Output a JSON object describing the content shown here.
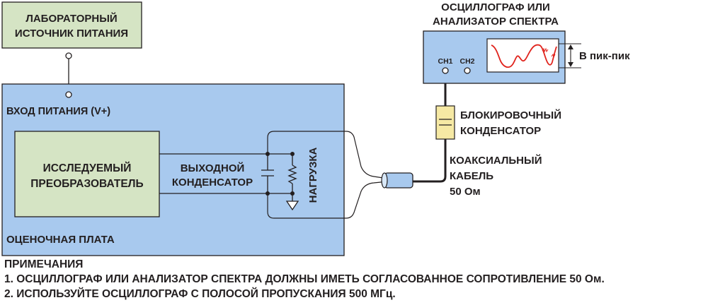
{
  "colors": {
    "board": "#a8c9ee",
    "box": "#d5e4c4",
    "cap": "#f6e9a4",
    "line": "#231f20",
    "trace": "#e0231c"
  },
  "power_supply": {
    "line1": "ЛАБОРАТОРНЫЙ",
    "line2": "ИСТОЧНИК ПИТАНИЯ"
  },
  "board": {
    "power_input": "ВХОД ПИТАНИЯ (V+)",
    "label": "ОЦЕНОЧНАЯ ПЛАТА"
  },
  "dut": {
    "line1": "ИССЛЕДУЕМЫЙ",
    "line2": "ПРЕОБРАЗОВАТЕЛЬ"
  },
  "output_cap": {
    "line1": "ВЫХОДНОЙ",
    "line2": "КОНДЕНСАТОР"
  },
  "load": {
    "label": "НАГРУЗКА"
  },
  "scope": {
    "title_line1": "ОСЦИЛЛОГРАФ ИЛИ",
    "title_line2": "АНАЛИЗАТОР СПЕКТРА",
    "ch1": "CH1",
    "ch2": "CH2",
    "ptp": "В пик-пик"
  },
  "blocking_cap": {
    "line1": "БЛОКИРОВОЧНЫЙ",
    "line2": "КОНДЕНСАТОР"
  },
  "coax": {
    "line1": "КОАКСИАЛЬНЫЙ",
    "line2": "КАБЕЛЬ",
    "line3": "50 Ом"
  },
  "notes": {
    "title": "ПРИМЕЧАНИЯ",
    "items": [
      "1. ОСЦИЛЛОГРАФ ИЛИ АНАЛИЗАТОР СПЕКТРА ДОЛЖНЫ ИМЕТЬ СОГЛАСОВАННОЕ СОПРОТИВЛЕНИЕ 50 Ом.",
      "2. ИСПОЛЬЗУЙТЕ ОСЦИЛЛОГРАФ С ПОЛОСОЙ ПРОПУСКАНИЯ 500 МГц."
    ]
  }
}
